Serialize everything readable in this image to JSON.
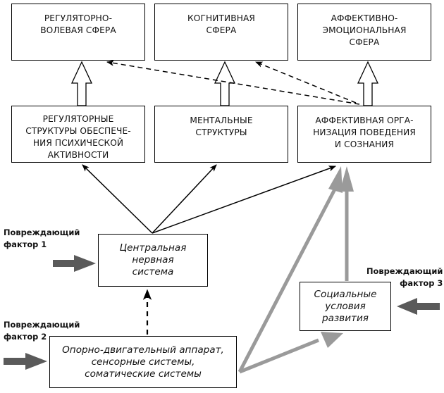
{
  "diagram": {
    "top_row": [
      {
        "id": "reg-vol",
        "text": "РЕГУЛЯТОРНО-\nВОЛЕВАЯ СФЕРА"
      },
      {
        "id": "cogn",
        "text": "КОГНИТИВНАЯ\nСФЕРА"
      },
      {
        "id": "aff-emo",
        "text": "АФФЕКТИВНО-\nЭМОЦИОНАЛЬНАЯ\nСФЕРА"
      }
    ],
    "middle_row": [
      {
        "id": "reg-struct",
        "text": "РЕГУЛЯТОРНЫЕ\nСТРУКТУРЫ ОБЕСПЕЧЕ-\nНИЯ ПСИХИЧЕСКОЙ\nАКТИВНОСТИ"
      },
      {
        "id": "mental",
        "text": "МЕНТАЛЬНЫЕ\nСТРУКТУРЫ"
      },
      {
        "id": "aff-org",
        "text": "АФФЕКТИВНАЯ ОРГА-\nНИЗАЦИЯ ПОВЕДЕНИЯ\nИ СОЗНАНИЯ"
      }
    ],
    "bottom": {
      "cns": "Центральная\nнервная\nсистема",
      "social": "Социальные\nусловия\nразвития",
      "somatic": "Опорно-двигательный аппарат,\nсенсорные системы,\nсоматические системы"
    },
    "factors": [
      {
        "id": "factor-1",
        "text": "Повреждающий\nфактор 1"
      },
      {
        "id": "factor-2",
        "text": "Повреждающий\nфактор 2"
      },
      {
        "id": "factor-3",
        "text": "Повреждающий\nфактор 3"
      }
    ],
    "connections": [
      {
        "from": "reg-struct",
        "to": "reg-vol",
        "style": "hollow-arrow"
      },
      {
        "from": "mental",
        "to": "cogn",
        "style": "hollow-arrow"
      },
      {
        "from": "aff-org",
        "to": "aff-emo",
        "style": "hollow-arrow"
      },
      {
        "from": "aff-org",
        "to": "reg-vol",
        "style": "dashed"
      },
      {
        "from": "aff-org",
        "to": "cogn",
        "style": "dashed"
      },
      {
        "from": "cns",
        "to": "reg-struct",
        "style": "solid"
      },
      {
        "from": "cns",
        "to": "mental",
        "style": "solid"
      },
      {
        "from": "cns",
        "to": "aff-org",
        "style": "solid"
      },
      {
        "from": "somatic",
        "to": "cns",
        "style": "dashed"
      },
      {
        "from": "somatic",
        "to": "aff-org",
        "style": "grey-thick"
      },
      {
        "from": "somatic",
        "to": "social",
        "style": "grey-thick"
      },
      {
        "from": "social",
        "to": "aff-org",
        "style": "grey-thick"
      },
      {
        "from": "factor-1",
        "to": "cns",
        "style": "dark-thick"
      },
      {
        "from": "factor-2",
        "to": "somatic",
        "style": "dark-thick"
      },
      {
        "from": "factor-3",
        "to": "social",
        "style": "dark-thick"
      }
    ],
    "colors": {
      "line": "#000000",
      "grey_arrow": "#9a9a9a",
      "factor_arrow": "#5a5a5a"
    }
  }
}
